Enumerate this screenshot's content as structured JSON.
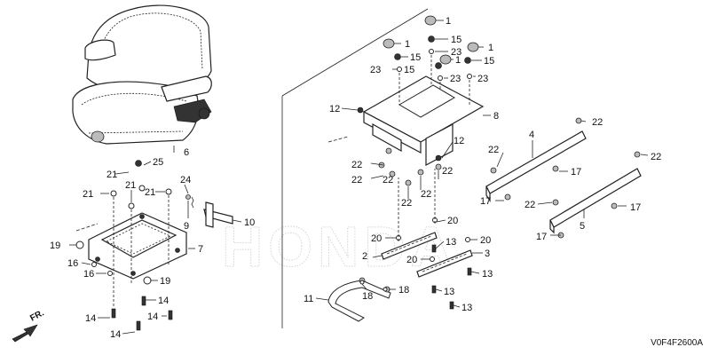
{
  "diagram_code": "V0F4F2600A",
  "direction_label": "FR.",
  "watermark": "HONDA",
  "callouts": {
    "c1a": "1",
    "c1b": "1",
    "c1c": "1",
    "c1d": "1",
    "c2": "2",
    "c3": "3",
    "c4": "4",
    "c5": "5",
    "c6": "6",
    "c7": "7",
    "c8": "8",
    "c9": "9",
    "c10": "10",
    "c11": "11",
    "c12a": "12",
    "c12b": "12",
    "c13a": "13",
    "c13b": "13",
    "c13c": "13",
    "c13d": "13",
    "c14a": "14",
    "c14b": "14",
    "c14c": "14",
    "c14d": "14",
    "c15a": "15",
    "c15b": "15",
    "c15c": "15",
    "c15d": "15",
    "c15e": "15",
    "c16a": "16",
    "c16b": "16",
    "c17a": "17",
    "c17b": "17",
    "c17c": "17",
    "c17d": "17",
    "c18a": "18",
    "c18b": "18",
    "c19a": "19",
    "c19b": "19",
    "c20a": "20",
    "c20b": "20",
    "c20c": "20",
    "c20d": "20",
    "c21a": "21",
    "c21b": "21",
    "c21c": "21",
    "c21d": "21",
    "c22a": "22",
    "c22b": "22",
    "c22c": "22",
    "c22d": "22",
    "c22e": "22",
    "c22f": "22",
    "c22g": "22",
    "c22h": "22",
    "c22i": "22",
    "c23a": "23",
    "c23b": "23",
    "c23c": "23",
    "c23d": "23",
    "c23e": "23",
    "c24": "24",
    "c25": "25"
  }
}
